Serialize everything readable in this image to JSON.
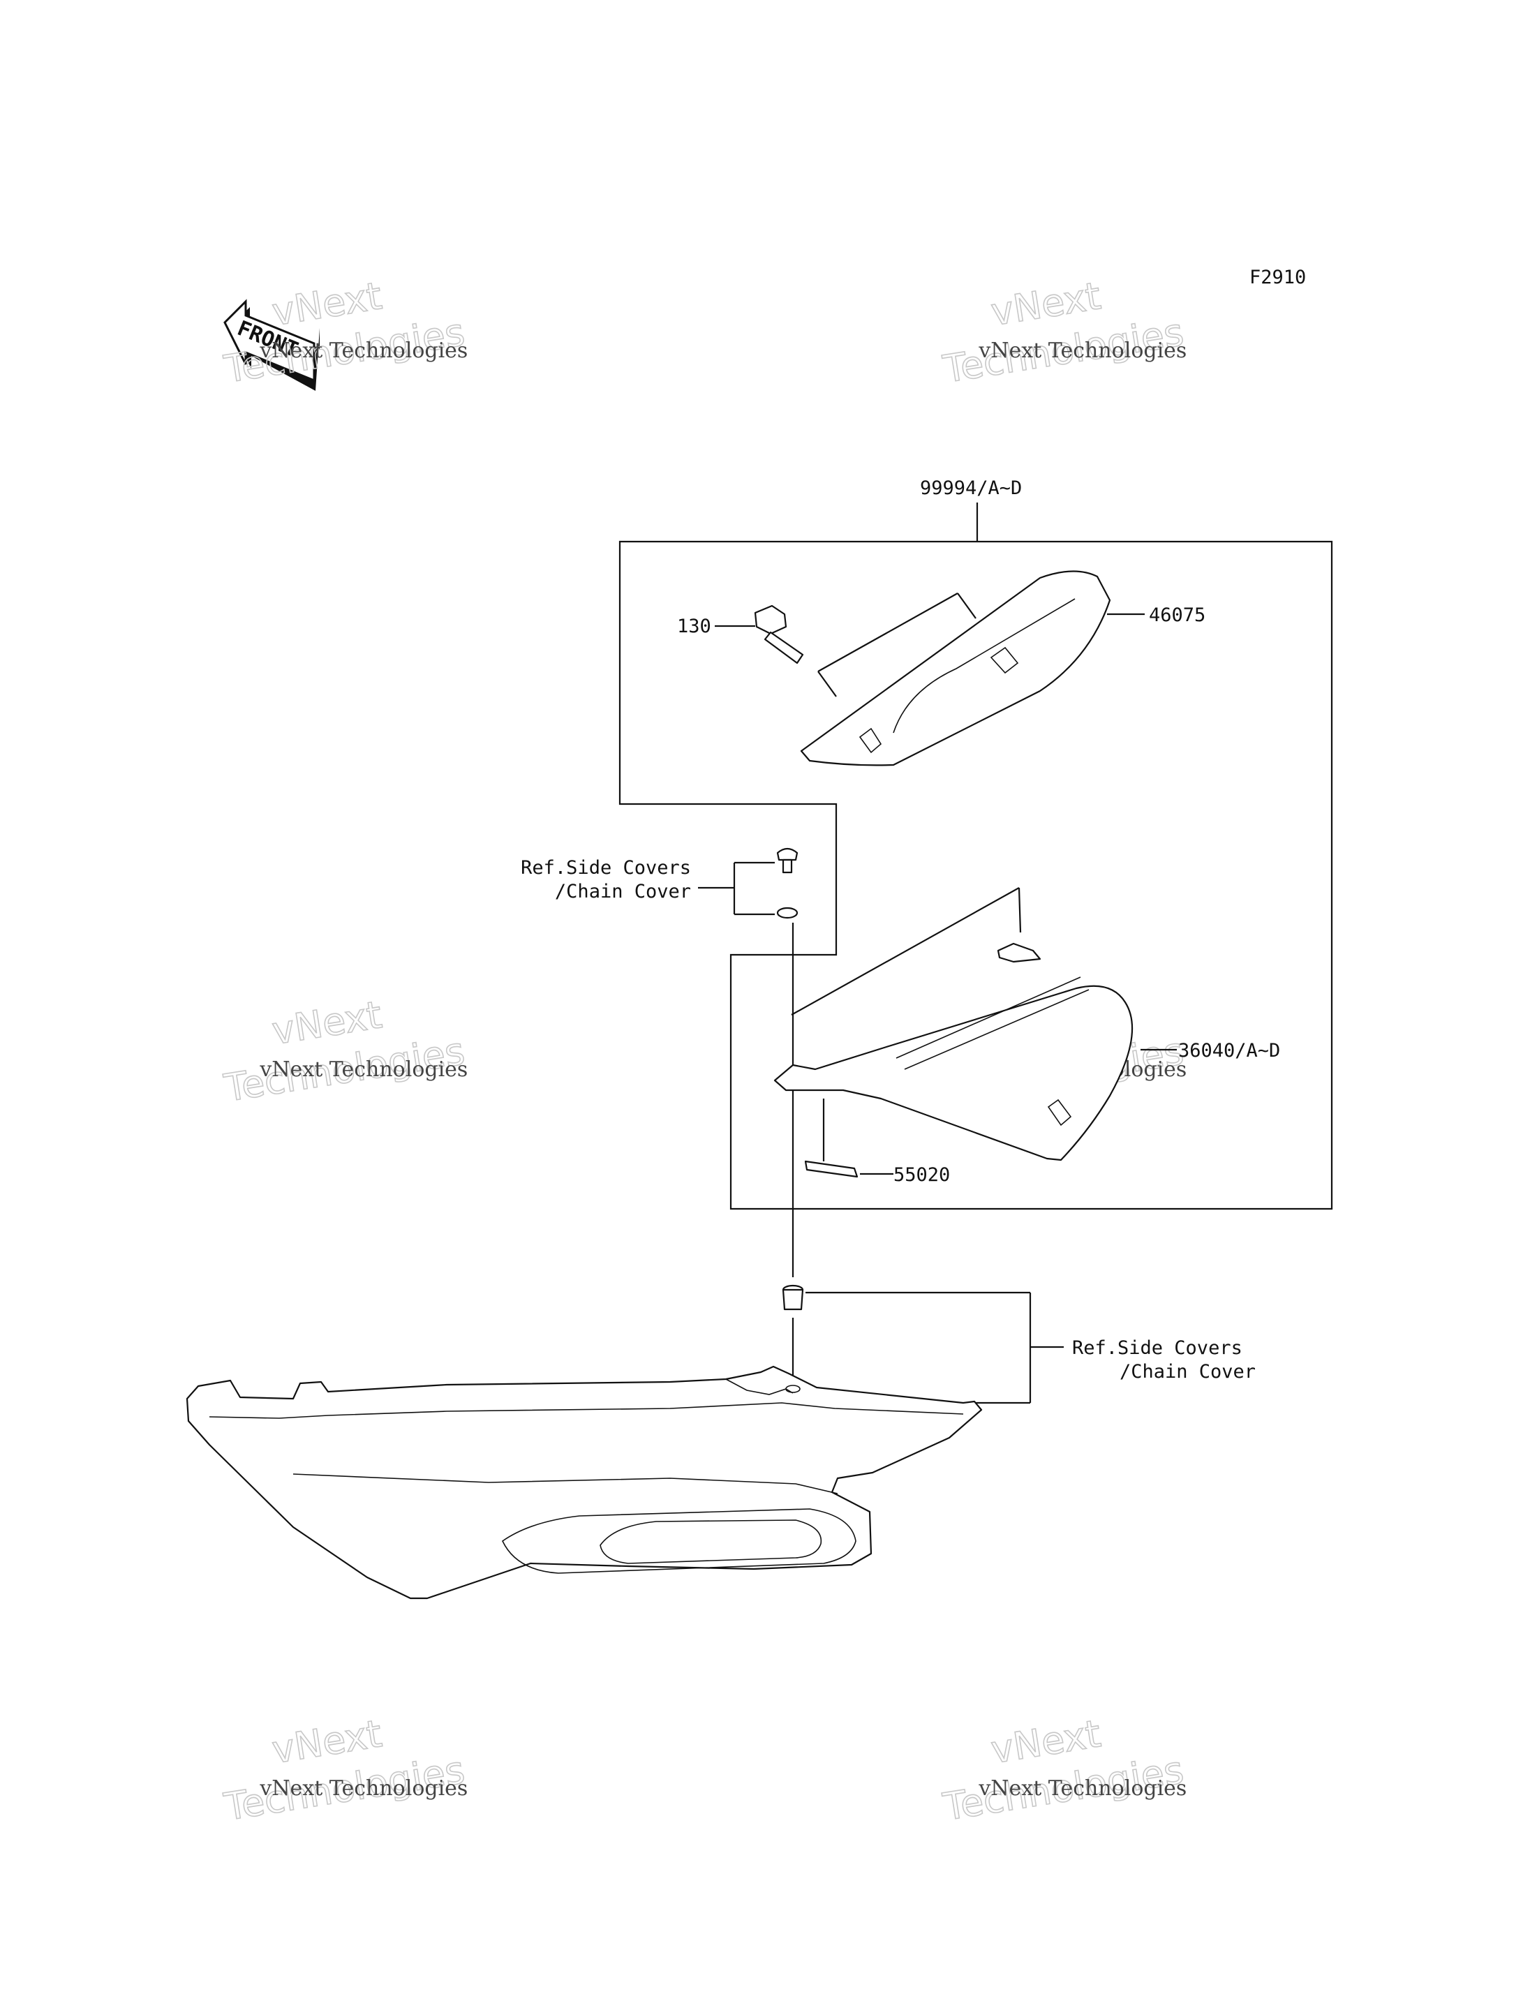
{
  "figure_code": "F2910",
  "front_badge": "FRONT",
  "watermark": {
    "line1": "vNext",
    "line2": "Technologies",
    "caption": "vNext Technologies"
  },
  "callouts": {
    "kit": "99994/A~D",
    "bolt": "130",
    "grip": "46075",
    "cover": "36040/A~D",
    "emblem": "55020",
    "ref_top_line1": "Ref.Side Covers",
    "ref_top_line2": "/Chain Cover",
    "ref_bottom_line1": "Ref.Side Covers",
    "ref_bottom_line2": "/Chain Cover"
  }
}
